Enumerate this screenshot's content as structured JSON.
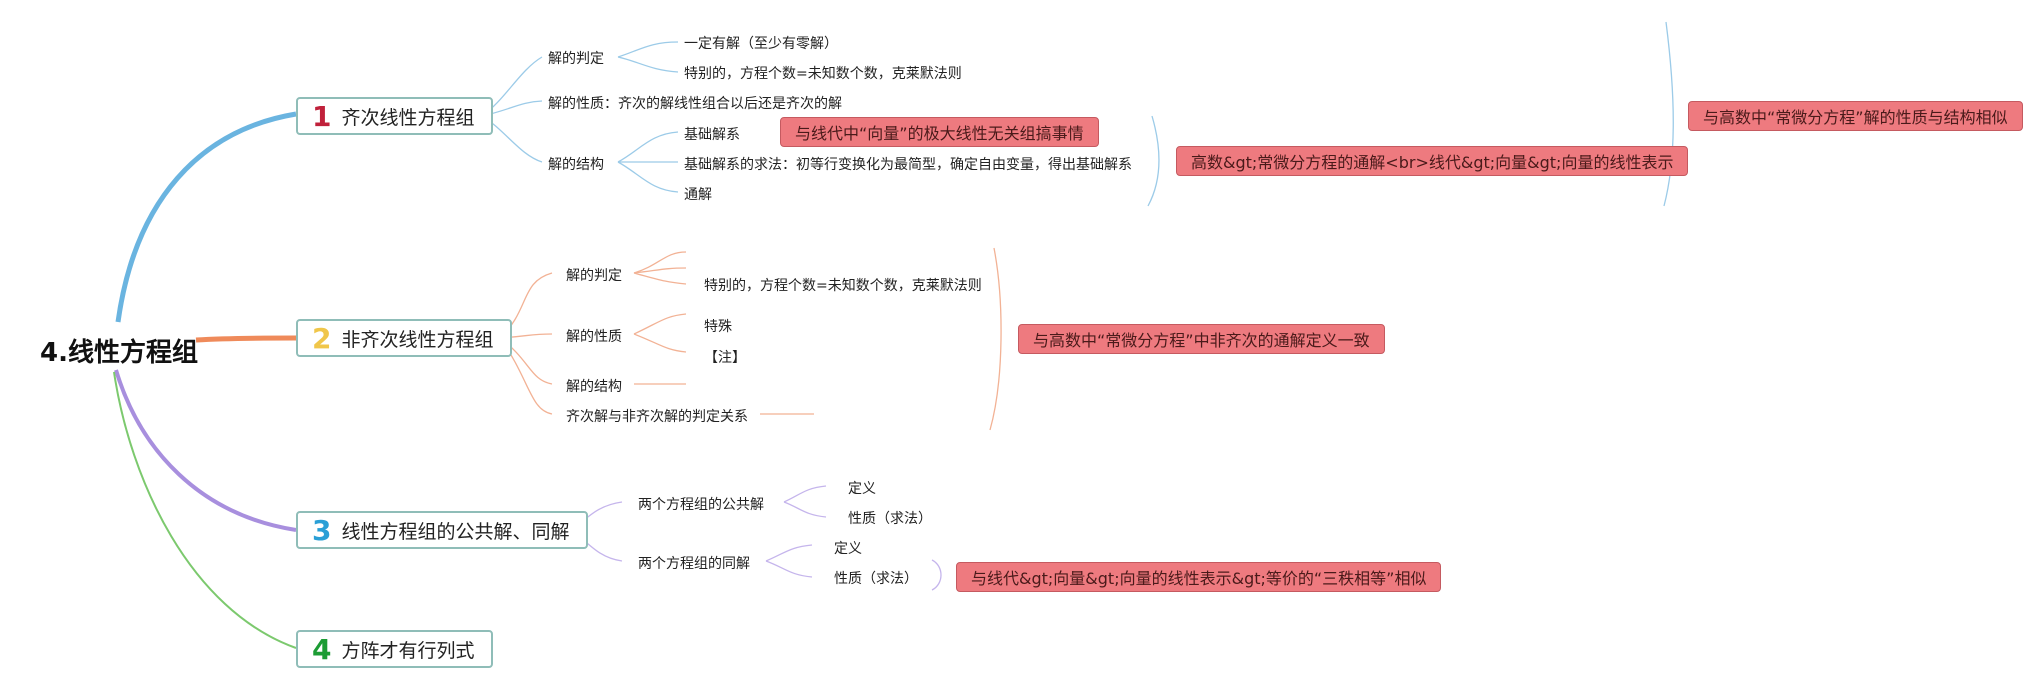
{
  "root": "4.线性方程组",
  "branches": [
    {
      "num": "1",
      "label": "齐次线性方程组"
    },
    {
      "num": "2",
      "label": "非齐次线性方程组"
    },
    {
      "num": "3",
      "label": "线性方程组的公共解、同解"
    },
    {
      "num": "4",
      "label": "方阵才有行列式"
    }
  ],
  "b1": {
    "judge": "解的判定",
    "judge_a": "一定有解（至少有零解）",
    "judge_b": "特别的，方程个数=未知数个数，克莱默法则",
    "property": "解的性质：齐次的解线性组合以后还是齐次的解",
    "structure": "解的结构",
    "basis": "基础解系",
    "basis_method": "基础解系的求法：初等行变换化为最简型，确定自由变量，得出基础解系",
    "general": "通解"
  },
  "b2": {
    "judge": "解的判定",
    "judge_b": "特别的，方程个数=未知数个数，克莱默法则",
    "property": "解的性质",
    "special": "特殊",
    "note": "【注】",
    "structure": "解的结构",
    "relation": "齐次解与非齐次解的判定关系"
  },
  "b3": {
    "common": "两个方程组的公共解",
    "common_def": "定义",
    "common_prop": "性质（求法）",
    "same": "两个方程组的同解",
    "same_def": "定义",
    "same_prop": "性质（求法）"
  },
  "notes": {
    "vector": "与线代中“向量”的极大线性无关组搞事情",
    "ode_vec": "高数&gt;常微分方程的通解<br>线代&gt;向量&gt;向量的线性表示",
    "ode_struct": "与高数中“常微分方程”解的性质与结构相似",
    "ode_nonhom": "与高数中“常微分方程”中非齐次的通解定义一致",
    "three_ranks": "与线代&gt;向量&gt;向量的线性表示&gt;等价的“三秩相等”相似"
  },
  "colors": {
    "b1": "#6ab4e0",
    "b2": "#ef8a5a",
    "b3": "#a88fde",
    "b4": "#7cc96e",
    "n1": "#c0213b",
    "n2": "#f0c64a",
    "n3": "#2a9fd6",
    "n4": "#1c9c34"
  }
}
